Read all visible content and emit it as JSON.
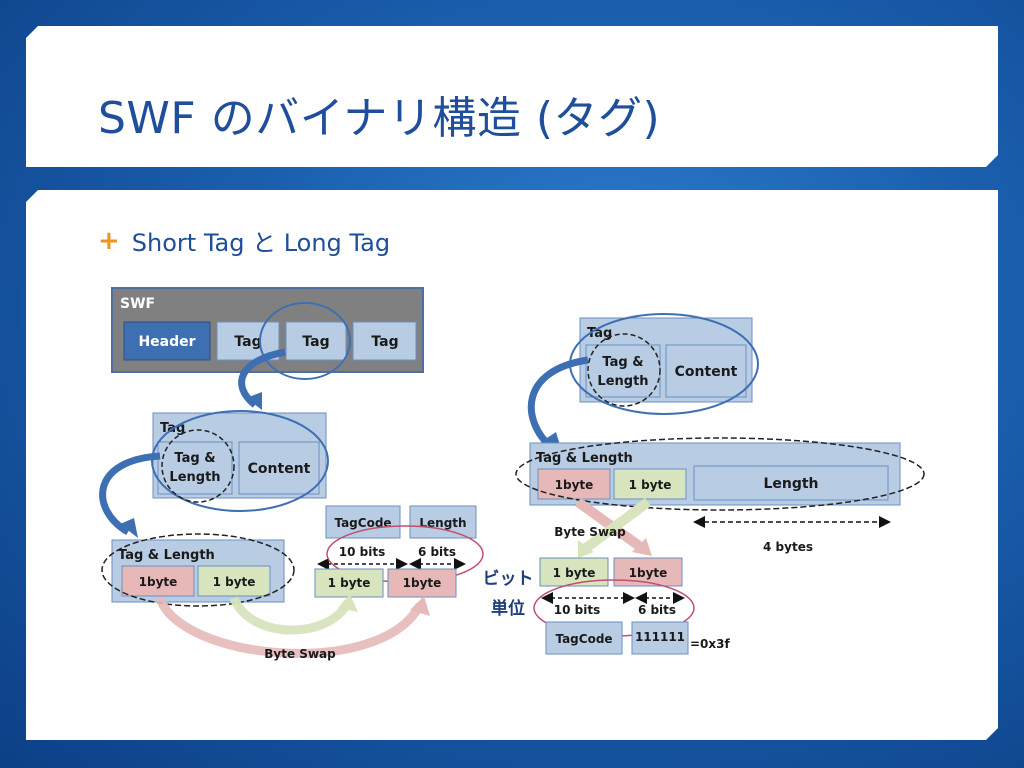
{
  "slide": {
    "title": "SWF のバイナリ構造 (タグ)",
    "bullet": "Short Tag と Long Tag"
  },
  "left": {
    "swf_label": "SWF",
    "header": "Header",
    "tag1": "Tag",
    "tag2": "Tag",
    "tag3": "Tag",
    "tag_box": "Tag",
    "tag_and_length": [
      "Tag &",
      "Length"
    ],
    "content": "Content",
    "tl_label": "Tag & Length",
    "byte_a": "1byte",
    "byte_b": "1 byte",
    "tagcode": "TagCode",
    "length": "Length",
    "bits10": "10 bits",
    "bits6": "6 bits",
    "swap_b": "1 byte",
    "swap_a": "1byte",
    "byte_swap": "Byte Swap"
  },
  "middle": {
    "bit_unit": [
      "ビット",
      "単位"
    ]
  },
  "right": {
    "tag_box": "Tag",
    "tag_and_length": [
      "Tag &",
      "Length"
    ],
    "content": "Content",
    "tl_label": "Tag & Length",
    "byte_a": "1byte",
    "byte_b": "1 byte",
    "length": "Length",
    "four_bytes": "4 bytes",
    "byte_swap": "Byte Swap",
    "swap_b": "1 byte",
    "swap_a": "1byte",
    "bits10": "10 bits",
    "bits6": "6 bits",
    "tagcode": "TagCode",
    "ones": "111111",
    "hex": "=0x3f"
  },
  "colors": {
    "accent_orange": "#f0921e",
    "title_blue": "#1f4e9a",
    "box_blue": "#b8cce4",
    "box_dark": "#3e6fb3",
    "pink": "#e6b9b8",
    "green": "#d7e4bd",
    "swf_gray": "#808080"
  }
}
